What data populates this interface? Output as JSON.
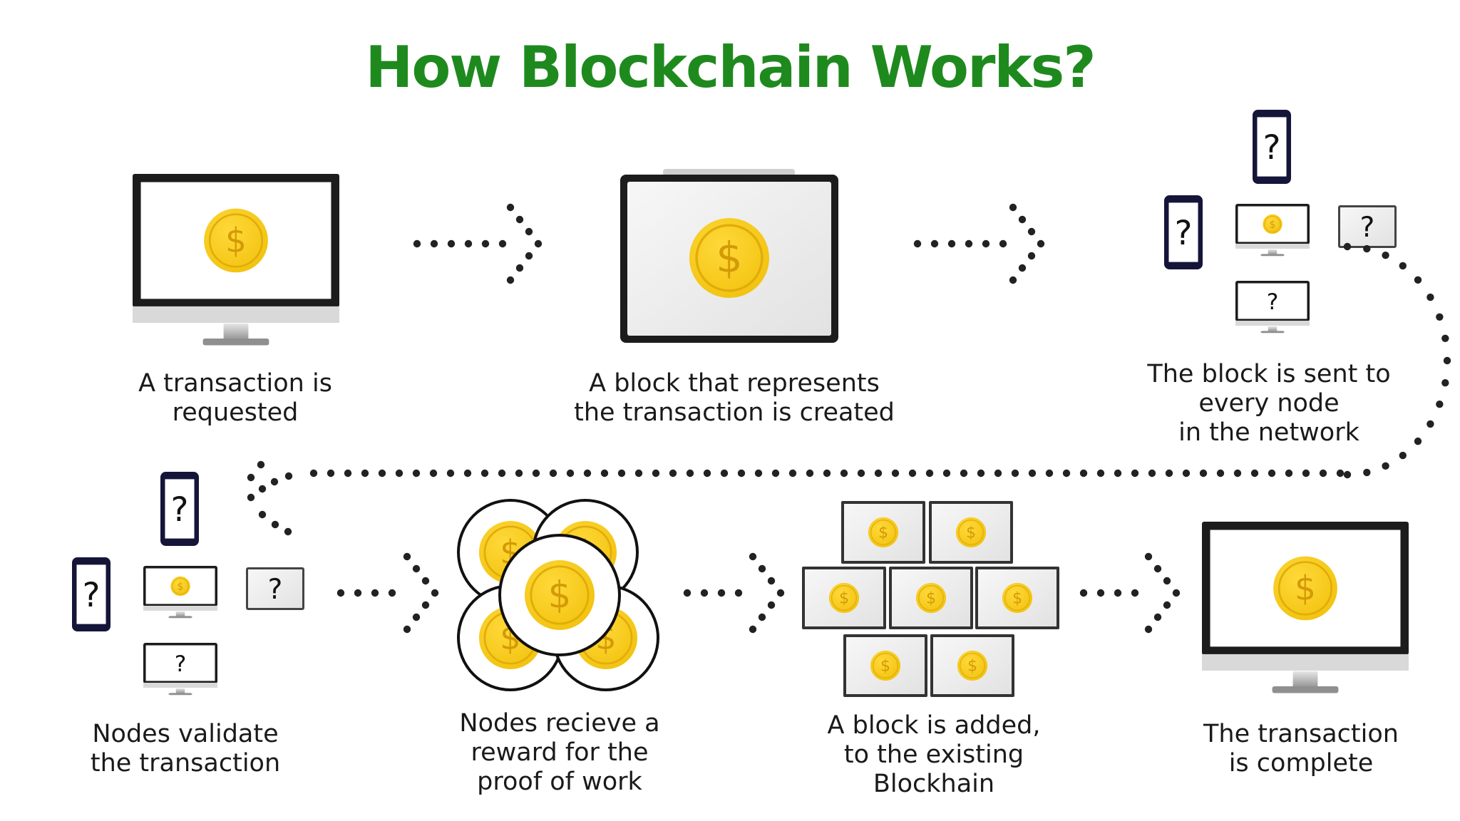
{
  "title": "How Blockchain Works?",
  "colors": {
    "title": "#1e8a1e",
    "coin": "#f2c20f",
    "coin_symbol": "#d49a06",
    "device_frame": "#1c1c1c",
    "phone_frame": "#15153a",
    "arrow": "#222222"
  },
  "icons": {
    "coin": "dollar-coin-icon",
    "monitor": "monitor-icon",
    "tablet": "tablet-icon",
    "phone": "phone-icon",
    "unknown": "question-mark-icon"
  },
  "coin_symbol": "$",
  "unknown_symbol": "?",
  "steps": [
    {
      "label": "A transaction is\nrequested"
    },
    {
      "label": "A block that represents\nthe transaction is created"
    },
    {
      "label": "The block is sent to\nevery node\nin the network"
    },
    {
      "label": "Nodes validate\nthe transaction"
    },
    {
      "label": "Nodes recieve a\nreward for the\nproof of work"
    },
    {
      "label": "A block is added,\nto the existing\nBlockhain"
    },
    {
      "label": "The transaction\nis complete"
    }
  ]
}
